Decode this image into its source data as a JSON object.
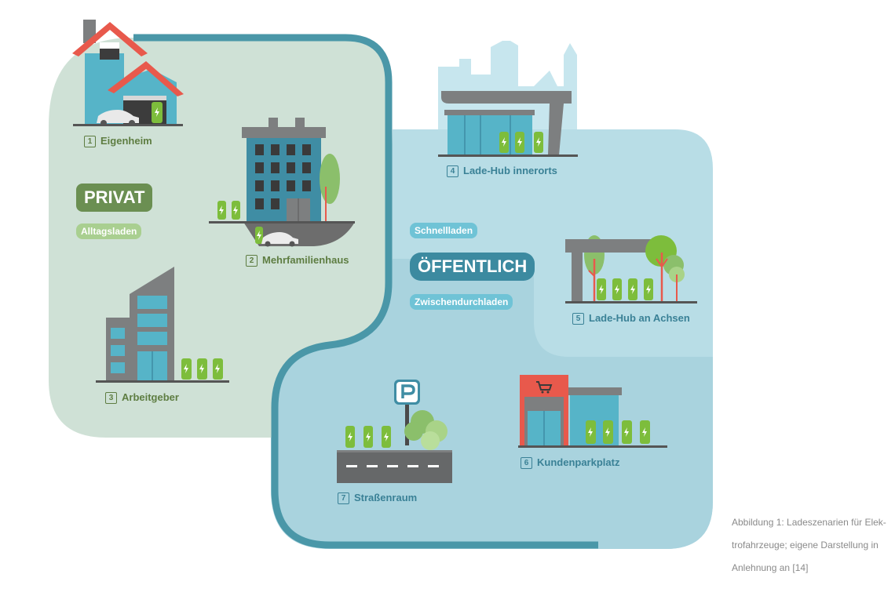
{
  "colors": {
    "private_bg": "#cfe1d6",
    "public_bg": "#b8dde6",
    "public_bg_dark": "#a9d3de",
    "border_path": "#4a97a8",
    "building_teal": "#56b4c8",
    "building_blue": "#3f8da4",
    "roof_red": "#e8594c",
    "charger_green": "#7dbd3c",
    "grey": "#7d7f80",
    "label_green": "#5e7d42",
    "label_teal": "#3a8196",
    "privat_pill": "#6b8f52",
    "privat_sub_pill": "#a9cf90",
    "public_pill": "#3c8aa0",
    "public_sub_pill": "#6fc3d6"
  },
  "zones": {
    "private": {
      "title": "PRIVAT",
      "subtitle": "Alltagsladen"
    },
    "public": {
      "title": "ÖFFENTLICH",
      "subtitle_top": "Schnellladen",
      "subtitle_bottom": "Zwischendurchladen"
    }
  },
  "scenarios": [
    {
      "number": "1",
      "label": "Eigenheim",
      "icon": "house-garage-icon"
    },
    {
      "number": "2",
      "label": "Mehrfamilienhaus",
      "icon": "apartment-building-icon"
    },
    {
      "number": "3",
      "label": "Arbeitgeber",
      "icon": "office-building-icon"
    },
    {
      "number": "4",
      "label": "Lade-Hub innerorts",
      "icon": "city-charging-hub-icon"
    },
    {
      "number": "5",
      "label": "Lade-Hub an Achsen",
      "icon": "highway-charging-hub-icon"
    },
    {
      "number": "6",
      "label": "Kundenparkplatz",
      "icon": "supermarket-icon"
    },
    {
      "number": "7",
      "label": "Straßenraum",
      "icon": "street-parking-icon"
    }
  ],
  "caption": "Abbildung 1: Ladeszenarien für Elektrofahrzeuge; eigene Darstellung in Anlehnung an [14]",
  "caption_lines": [
    "Abbildung 1: Ladeszenarien für Elek-",
    "trofahrzeuge; eigene Darstellung in",
    "Anlehnung an [14]"
  ]
}
